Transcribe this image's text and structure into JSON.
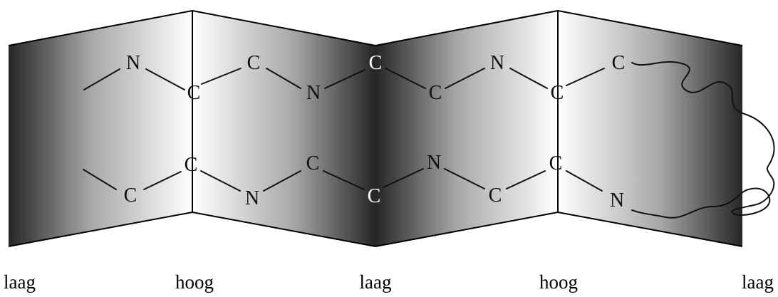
{
  "atoms": {
    "n1": "N",
    "c1": "C",
    "c2": "C",
    "n2": "N",
    "c3": "C",
    "c4": "C",
    "n3": "N",
    "c5": "C",
    "c6": "C",
    "c7": "C",
    "c8": "C",
    "n4": "N",
    "c9": "C",
    "c10": "C",
    "n5": "N",
    "c11": "C",
    "c12": "C",
    "n6": "N"
  },
  "levels": [
    "laag",
    "hoog",
    "laag",
    "hoog",
    "laag"
  ],
  "colors": {
    "dark": "#222222",
    "light": "#ffffff",
    "line": "#000000"
  }
}
